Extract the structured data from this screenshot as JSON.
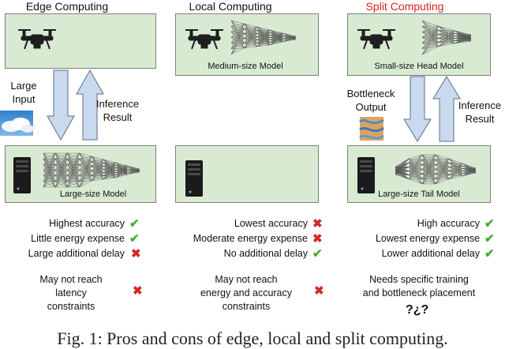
{
  "columns": [
    {
      "title": "Edge Computing",
      "title_color": "#111111",
      "top_model": "",
      "bottom_model": "Large-size Model",
      "down_label": [
        "Large",
        "Input"
      ],
      "up_label": [
        "Inference",
        "Result"
      ],
      "pros": [
        "Highest accuracy",
        "Little energy expense",
        "Large additional delay"
      ],
      "pros_marks": [
        "check",
        "check",
        "cross"
      ],
      "note": [
        "May not reach",
        "latency",
        "constraints"
      ],
      "note_mark": "cross"
    },
    {
      "title": "Local Computing",
      "title_color": "#111111",
      "top_model": "Medium-size Model",
      "bottom_model": "",
      "pros": [
        "Lowest accuracy",
        "Moderate energy expense",
        "No additional delay"
      ],
      "pros_marks": [
        "cross",
        "cross",
        "check"
      ],
      "note": [
        "May not reach",
        "energy and accuracy",
        "constraints"
      ],
      "note_mark": "cross"
    },
    {
      "title": "Split Computing",
      "title_color": "#e02020",
      "top_model": "Small-size Head Model",
      "bottom_model": "Large-size Tail Model",
      "down_label": [
        "Bottleneck",
        "Output"
      ],
      "up_label": [
        "Inference",
        "Result"
      ],
      "pros": [
        "High accuracy",
        "Lowest energy expense",
        "Lower additional delay"
      ],
      "pros_marks": [
        "check",
        "check",
        "check"
      ],
      "note": [
        "Needs specific training",
        "and bottleneck placement"
      ],
      "note_mark": "question-marks"
    }
  ],
  "caption": "Fig. 1: Pros and cons of edge, local and split computing.",
  "colors": {
    "box_fill": "#d9ead3",
    "arrow_fill": "#c9d9ee",
    "check": "#4aa63a",
    "cross": "#d12b2b"
  }
}
